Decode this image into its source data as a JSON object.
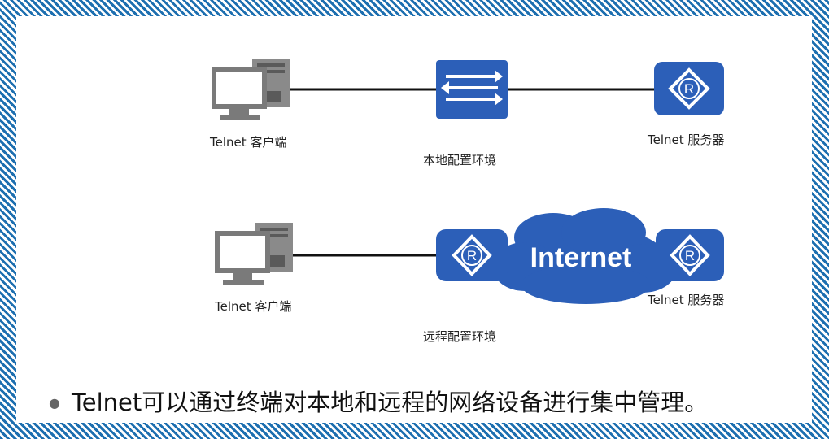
{
  "top_scenario": {
    "client_label": "Telnet 客户端",
    "env_label": "本地配置环境",
    "server_label": "Telnet 服务器"
  },
  "bottom_scenario": {
    "client_label": "Telnet 客户端",
    "env_label": "远程配置环境",
    "cloud_label": "Internet",
    "server_label": "Telnet 服务器"
  },
  "router_glyph": "R",
  "bullet_text": "Telnet可以通过终端对本地和远程的网络设备进行集中管理。",
  "colors": {
    "device_blue": "#2c5fb8",
    "pc_gray": "#7a7a7a",
    "frame_blue": "#1d6fb0"
  }
}
